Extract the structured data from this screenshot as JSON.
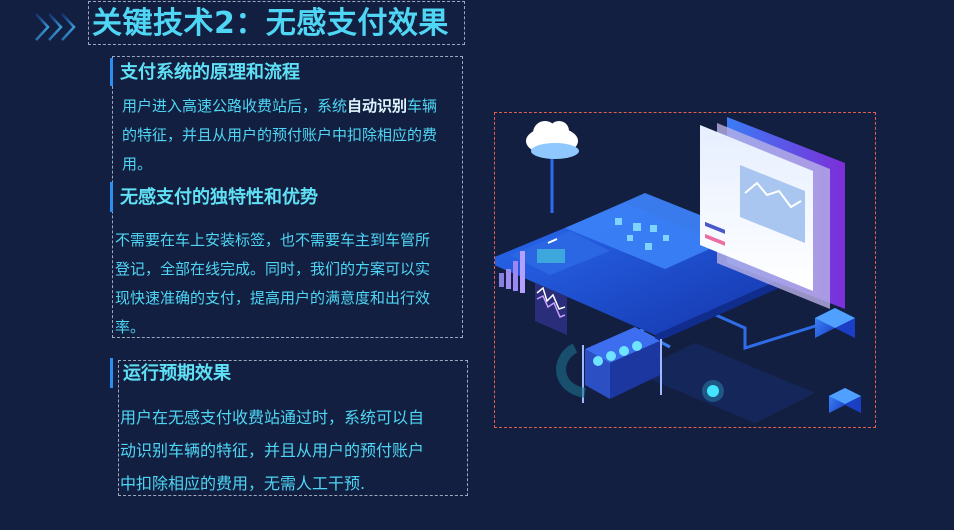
{
  "header": {
    "title": "关键技术2：无感支付效果",
    "icon": "triple-chevron-right-icon"
  },
  "sections": [
    {
      "heading": "支付系统的原理和流程",
      "lines": [
        {
          "pre": "用户进入高速公路收费站后，系统",
          "bold": "自动识别",
          "post": "车辆"
        },
        {
          "pre": "的特征，并且从用户的预付账户中扣除相应的费",
          "bold": "",
          "post": ""
        },
        {
          "pre": "用。",
          "bold": "",
          "post": ""
        }
      ]
    },
    {
      "heading": "无感支付的独特性和优势",
      "lines": [
        "不需要在车上安装标签，也不需要车主到车管所",
        "登记，全部在线完成。同时，我们的方案可以实",
        "现快速准确的支付，提高用户的满意度和出行效",
        "率。"
      ]
    },
    {
      "heading": "运行预期效果",
      "lines": [
        "用户在无感支付收费站通过时，系统可以自",
        "动识别车辆的特征，并且从用户的预付账户",
        "中扣除相应的费用，无需人工干预."
      ]
    }
  ],
  "illustration": {
    "description": "isometric cloud computing / data platform illustration",
    "colors": {
      "accent": "#2e6df0",
      "border": "#e0604c",
      "bg": "#131f40"
    }
  }
}
